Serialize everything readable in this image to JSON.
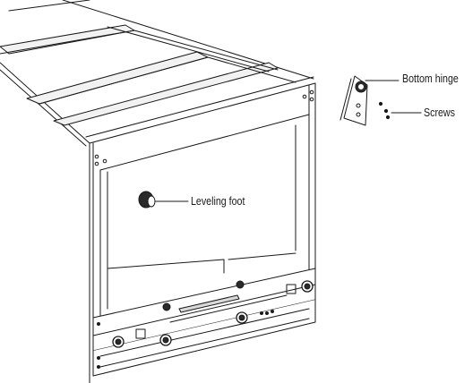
{
  "callouts": {
    "bottom_hinge": "Bottom hinge",
    "screws": "Screws",
    "leveling_foot": "Leveling foot"
  },
  "colors": {
    "line": "#1a1a1a",
    "body_fill": "#ffffff",
    "shade": "#d9d9d9",
    "dark": "#2b2b2b"
  }
}
